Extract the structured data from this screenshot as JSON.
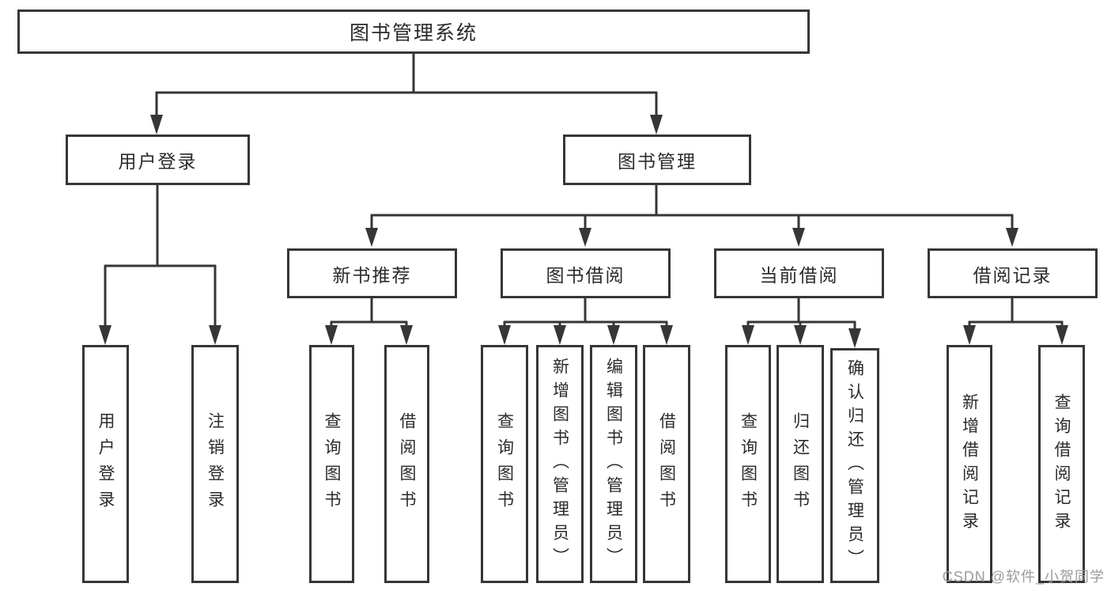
{
  "diagram": {
    "root": {
      "label": "图书管理系统"
    },
    "branches": [
      {
        "label": "用户登录",
        "children": [
          {
            "label": "用户登录"
          },
          {
            "label": "注销登录"
          }
        ]
      },
      {
        "label": "图书管理",
        "children": [
          {
            "label": "新书推荐",
            "children": [
              {
                "label": "查询图书"
              },
              {
                "label": "借阅图书"
              }
            ]
          },
          {
            "label": "图书借阅",
            "children": [
              {
                "label": "查询图书"
              },
              {
                "label": "新增图书（管理员）"
              },
              {
                "label": "编辑图书（管理员）"
              },
              {
                "label": "借阅图书"
              }
            ]
          },
          {
            "label": "当前借阅",
            "children": [
              {
                "label": "查询图书"
              },
              {
                "label": "归还图书"
              },
              {
                "label": "确认归还（管理员）"
              }
            ]
          },
          {
            "label": "借阅记录",
            "children": [
              {
                "label": "新增借阅记录"
              },
              {
                "label": "查询借阅记录"
              }
            ]
          }
        ]
      }
    ]
  },
  "watermark": {
    "text": "CSDN @软件_小贺同学"
  },
  "colors": {
    "line": "#363636",
    "box_border": "#363636",
    "text": "#2b2b2b",
    "watermark": "#9b9b9b",
    "background": "#ffffff"
  }
}
